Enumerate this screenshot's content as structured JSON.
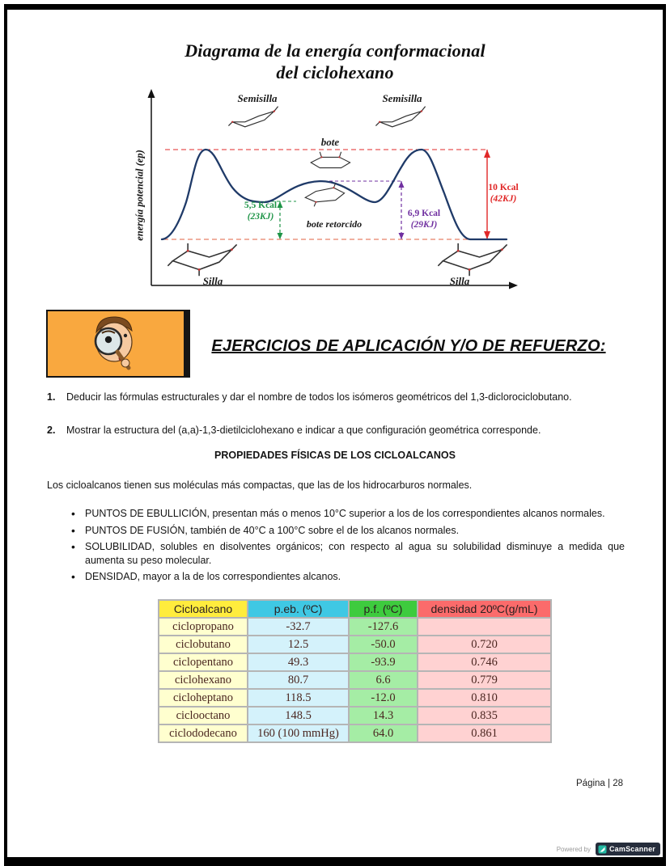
{
  "document": {
    "title_line1": "Diagrama de la energía conformacional",
    "title_line2": "del ciclohexano",
    "page_number": "Página | 28"
  },
  "diagram": {
    "y_axis_label": "energía potencial (ep)",
    "semisilla_left": "Semisilla",
    "semisilla_right": "Semisilla",
    "bote": "bote",
    "bote_retorcido": "bote retorcido",
    "silla_left": "Silla",
    "silla_right": "Silla",
    "energy_twist_boat_kcal": "5,5 Kcal",
    "energy_twist_boat_kj": "(23KJ)",
    "energy_boat_kcal": "6,9 Kcal",
    "energy_boat_kj": "(29KJ)",
    "energy_half_chair_kcal": "10 Kcal",
    "energy_half_chair_kj": "(42KJ)",
    "colors": {
      "curve": "#1f3a68",
      "twist_boat_label": "#1e9447",
      "boat_label": "#7030a0",
      "half_chair_label": "#e02525"
    }
  },
  "exercises": {
    "heading": "EJERCICIOS DE APLICACIÓN Y/O DE REFUERZO:",
    "items": [
      {
        "num": "1.",
        "text": "Deducir las fórmulas estructurales y dar el nombre de todos los isómeros geométricos del 1,3-diclorociclobutano."
      },
      {
        "num": "2.",
        "text": "Mostrar la estructura del (a,a)-1,3-dietilciclohexano e indicar a que configuración geométrica corresponde."
      }
    ]
  },
  "properties": {
    "heading": "PROPIEDADES FÍSICAS DE LOS CICLOALCANOS",
    "intro": "Los cicloalcanos tienen sus moléculas más compactas, que las de los hidrocarburos normales.",
    "bullets": [
      "PUNTOS DE EBULLICIÓN, presentan más o menos 10°C superior a los de los correspondientes alcanos normales.",
      "PUNTOS DE FUSIÓN, también de 40°C a 100°C sobre el de los alcanos normales.",
      "SOLUBILIDAD, solubles en disolventes orgánicos; con respecto al agua su solubilidad disminuye a medida que aumenta su peso molecular.",
      "DENSIDAD, mayor a la de los correspondientes alcanos."
    ]
  },
  "table": {
    "headers": [
      "Cicloalcano",
      "p.eb. (ºC)",
      "p.f. (ºC)",
      "densidad 20ºC(g/mL)"
    ],
    "header_colors": [
      "#ffec3d",
      "#3fc8e4",
      "#3ecb3e",
      "#fb6b6b"
    ],
    "cell_colors": [
      "#ffffcf",
      "#d4f2fb",
      "#a5eda5",
      "#ffd2d2"
    ],
    "rows": [
      {
        "name": "ciclopropano",
        "peb": "-32.7",
        "pf": "-127.6",
        "dens": ""
      },
      {
        "name": "ciclobutano",
        "peb": "12.5",
        "pf": "-50.0",
        "dens": "0.720"
      },
      {
        "name": "ciclopentano",
        "peb": "49.3",
        "pf": "-93.9",
        "dens": "0.746"
      },
      {
        "name": "ciclohexano",
        "peb": "80.7",
        "pf": "6.6",
        "dens": "0.779"
      },
      {
        "name": "cicloheptano",
        "peb": "118.5",
        "pf": "-12.0",
        "dens": "0.810"
      },
      {
        "name": "ciclooctano",
        "peb": "148.5",
        "pf": "14.3",
        "dens": "0.835"
      },
      {
        "name": "ciclododecano",
        "peb": "160 (100 mmHg)",
        "pf": "64.0",
        "dens": "0.861"
      }
    ]
  },
  "watermark": {
    "powered_by": "Powered by",
    "brand": "CamScanner"
  }
}
